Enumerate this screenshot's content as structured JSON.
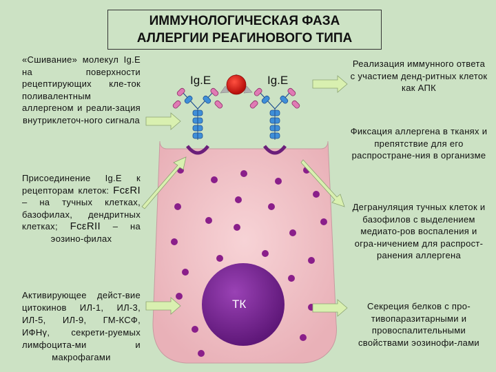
{
  "title": {
    "line1": "ИММУНОЛОГИЧЕСКАЯ ФАЗА",
    "line2": "АЛЛЕРГИИ РЕАГИНОВОГО ТИПА"
  },
  "left": {
    "block1": "«Сшивание» молекул Ig.E на поверхности рецептирующих кле-ток поливалентным аллергеном и реали-зация внутриклеточ-ного сигнала",
    "block2_intro": "Присоединение Ig.E к рецепторам клеток:",
    "block2_fc1": "FcεRI",
    "block2_fc1_text": " – на тучных клетках, базофилах, дендритных клетках;",
    "block2_fc2": "FcεRII",
    "block2_fc2_text": " – на эозино-филах",
    "block3": "Активирующее дейст-вие цитокинов ИЛ-1, ИЛ-3, ИЛ-5, ИЛ-9, ГМ-КСФ, ИФНγ, секрети-руемых лимфоцита-ми и макрофагами"
  },
  "right": {
    "block1": "Реализация иммунного ответа с участием денд-ритных клеток как АПК",
    "block2": "Фиксация аллергена в тканях и препятствие для его распростране-ния в организме",
    "block3": "Дегрануляция тучных клеток и базофилов с выделением медиато-ров воспаления и огра-ничением для распрост-ранения аллергена",
    "block4": "Секреция белков с про-тивопаразитарными и провоспалительными свойствами эозинофи-лами"
  },
  "labels": {
    "ige_left": "Ig.E",
    "ige_right": "Ig.E",
    "nucleus": "ТК"
  },
  "colors": {
    "background": "#cce2c4",
    "cell": "#efbfc4",
    "granule": "#8a1f8a",
    "nucleus": "#6f1f88",
    "allergen": "#d21a14",
    "arrow": "#d9f0b0",
    "antibody_blue": "#3f8fd8",
    "antibody_pink": "#e07ab4"
  },
  "icons": [
    "right-arrow-icon",
    "diagonal-arrow-icon",
    "antibody-icon",
    "allergen-icon",
    "granule-icon"
  ]
}
